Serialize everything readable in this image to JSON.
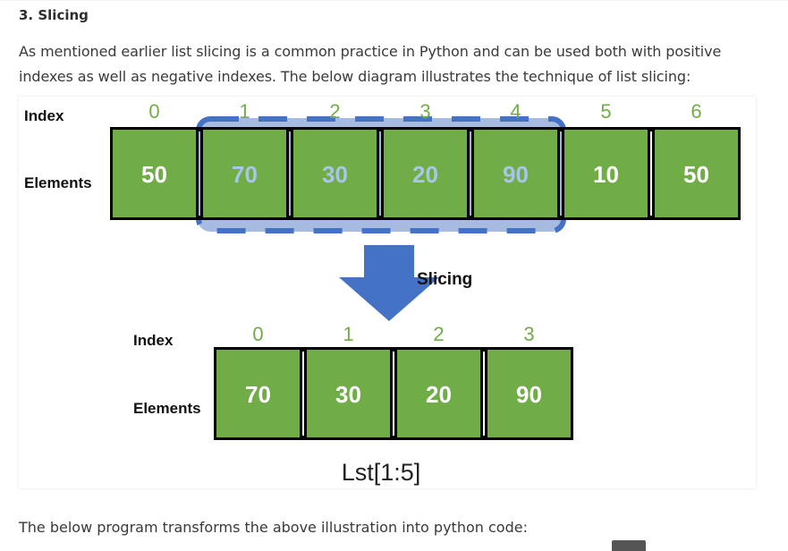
{
  "heading": "3. Slicing",
  "paragraph": "As mentioned earlier list slicing is a common practice in Python and can be used both with positive indexes as well as negative indexes. The below diagram illustrates the technique of list slicing:",
  "diagram": {
    "top": {
      "index_label": "Index",
      "elements_label": "Elements",
      "indices": [
        "0",
        "1",
        "2",
        "3",
        "4",
        "5",
        "6"
      ],
      "values": [
        "50",
        "70",
        "30",
        "20",
        "90",
        "10",
        "50"
      ]
    },
    "arrow_label": "Slicing",
    "bottom": {
      "index_label": "Index",
      "elements_label": "Elements",
      "indices": [
        "0",
        "1",
        "2",
        "3"
      ],
      "values": [
        "70",
        "30",
        "20",
        "90"
      ]
    },
    "caption": "Lst[1:5]",
    "colors": {
      "cell_fill": "#70ad47",
      "index_text": "#70ad47",
      "highlight": "#4472c4",
      "faded_value": "#a9c5e9"
    }
  },
  "footer_text": "The below program transforms the above illustration into python code:"
}
